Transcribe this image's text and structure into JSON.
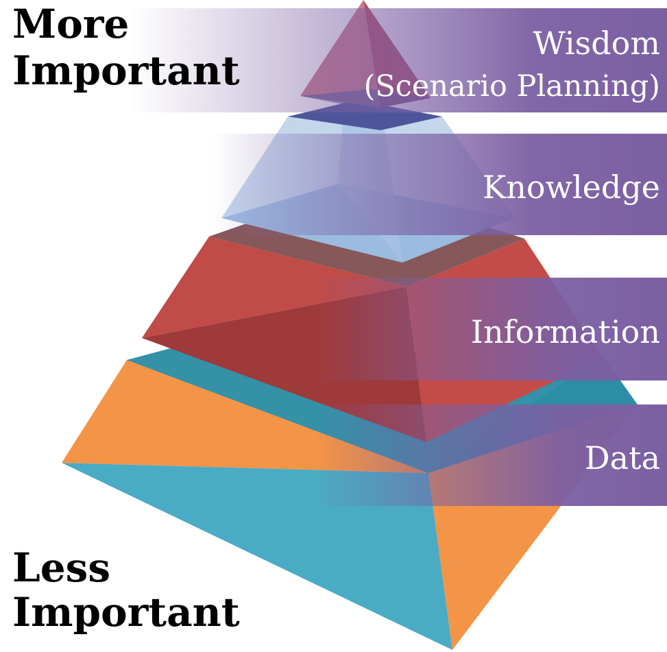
{
  "headings": {
    "top_line1": "More",
    "top_line2": "Important",
    "bottom_line1": "Less",
    "bottom_line2": "Important"
  },
  "tiers": {
    "wisdom_line1": "Wisdom",
    "wisdom_line2": "(Scenario Planning)",
    "knowledge": "Knowledge",
    "information": "Information",
    "data": "Data"
  },
  "colors": {
    "data": "#4aabc4",
    "data_side": "#f49446",
    "information": "#b0423f",
    "knowledge": "#b8d0e8",
    "wisdom": "#c97a8c",
    "banner": "#7b5fa3",
    "text_dark": "#000000",
    "text_light": "#ffffff"
  }
}
